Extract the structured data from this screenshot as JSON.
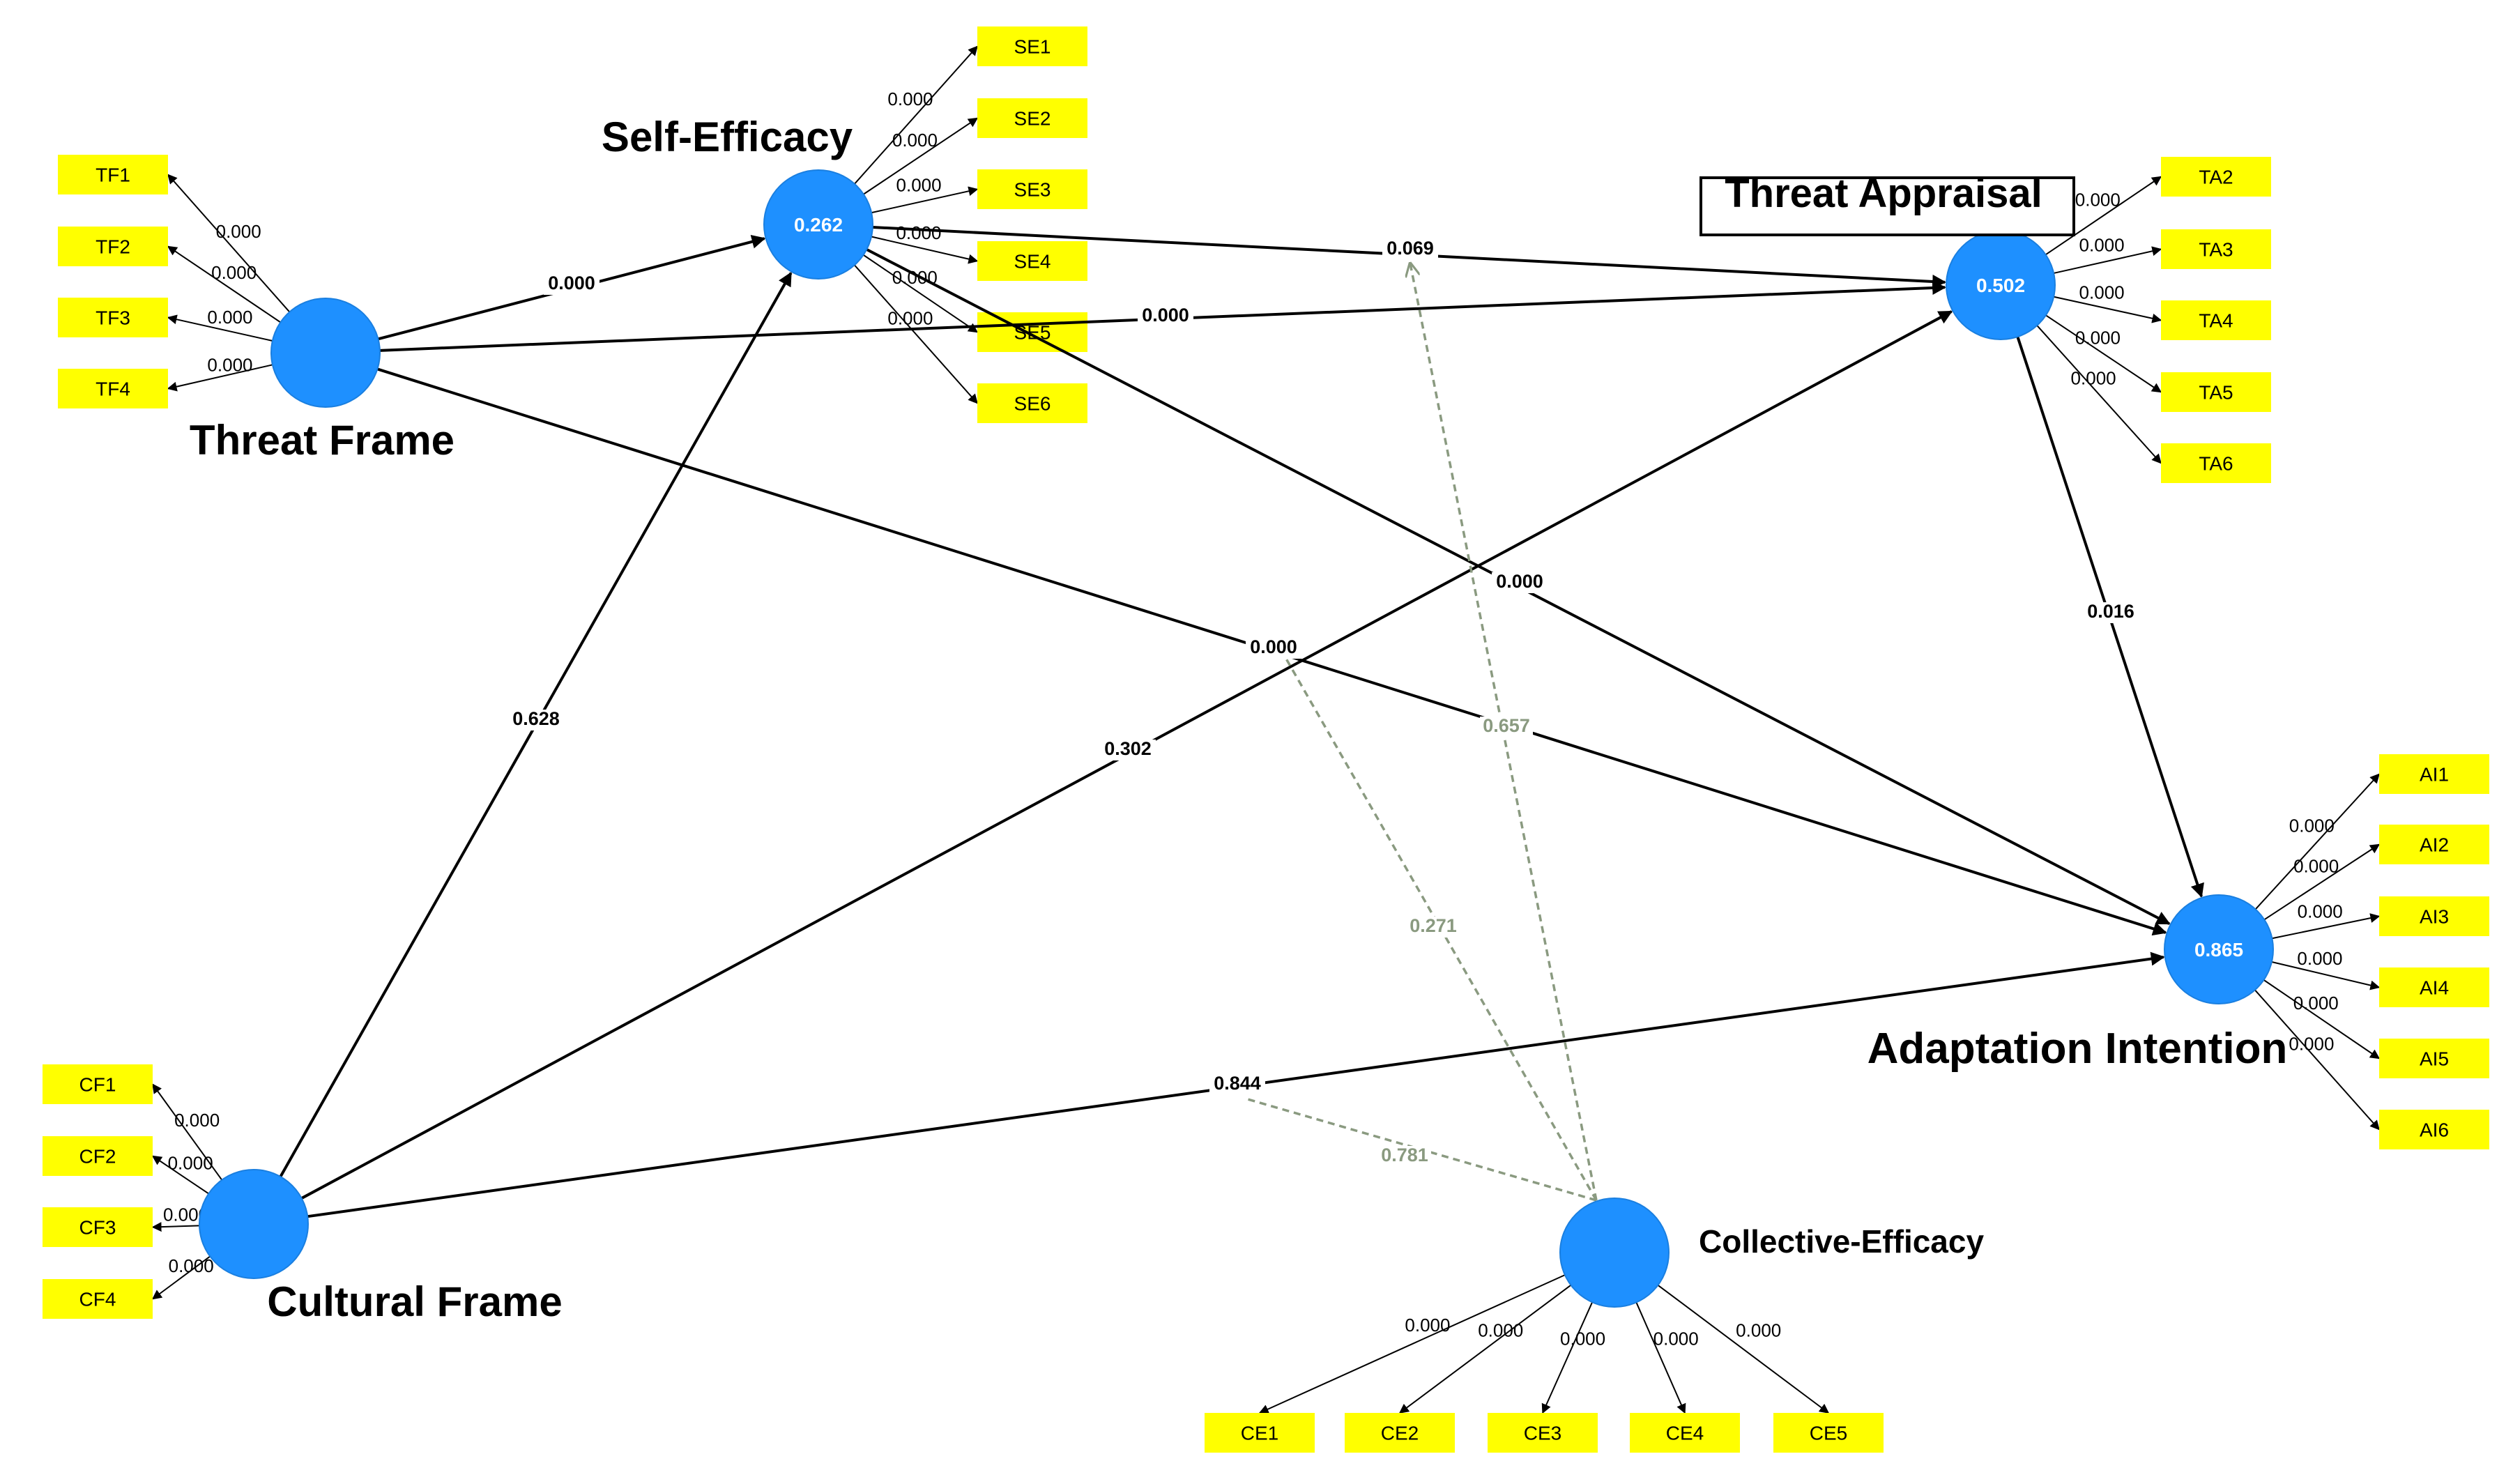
{
  "colors": {
    "latent": "#1e90ff",
    "indicator": "#ffff00",
    "path": "#000000",
    "moderator": "#8a9a80"
  },
  "latents": {
    "TF": {
      "name": "Threat Frame",
      "r2": ""
    },
    "SE": {
      "name": "Self-Efficacy",
      "r2": "0.262"
    },
    "TA": {
      "name": "Threat Appraisal",
      "r2": "0.502"
    },
    "AI": {
      "name": "Adaptation Intention",
      "r2": "0.865"
    },
    "CF": {
      "name": "Cultural Frame",
      "r2": ""
    },
    "CE": {
      "name": "Collective-Efficacy",
      "r2": ""
    }
  },
  "indicators": {
    "TF": [
      {
        "label": "TF1",
        "loading": "0.000"
      },
      {
        "label": "TF2",
        "loading": "0.000"
      },
      {
        "label": "TF3",
        "loading": "0.000"
      },
      {
        "label": "TF4",
        "loading": "0.000"
      }
    ],
    "SE": [
      {
        "label": "SE1",
        "loading": "0.000"
      },
      {
        "label": "SE2",
        "loading": "0.000"
      },
      {
        "label": "SE3",
        "loading": "0.000"
      },
      {
        "label": "SE4",
        "loading": "0.000"
      },
      {
        "label": "SE5",
        "loading": "0.000"
      },
      {
        "label": "SE6",
        "loading": "0.000"
      }
    ],
    "TA": [
      {
        "label": "TA2",
        "loading": "0.000"
      },
      {
        "label": "TA3",
        "loading": "0.000"
      },
      {
        "label": "TA4",
        "loading": "0.000"
      },
      {
        "label": "TA5",
        "loading": "0.000"
      },
      {
        "label": "TA6",
        "loading": "0.000"
      }
    ],
    "AI": [
      {
        "label": "AI1",
        "loading": "0.000"
      },
      {
        "label": "AI2",
        "loading": "0.000"
      },
      {
        "label": "AI3",
        "loading": "0.000"
      },
      {
        "label": "AI4",
        "loading": "0.000"
      },
      {
        "label": "AI5",
        "loading": "0.000"
      },
      {
        "label": "AI6",
        "loading": "0.000"
      }
    ],
    "CF": [
      {
        "label": "CF1",
        "loading": "0.000"
      },
      {
        "label": "CF2",
        "loading": "0.000"
      },
      {
        "label": "CF3",
        "loading": "0.000"
      },
      {
        "label": "CF4",
        "loading": "0.000"
      }
    ],
    "CE": [
      {
        "label": "CE1",
        "loading": "0.000"
      },
      {
        "label": "CE2",
        "loading": "0.000"
      },
      {
        "label": "CE3",
        "loading": "0.000"
      },
      {
        "label": "CE4",
        "loading": "0.000"
      },
      {
        "label": "CE5",
        "loading": "0.000"
      }
    ]
  },
  "paths": [
    {
      "from": "TF",
      "to": "SE",
      "value": "0.000"
    },
    {
      "from": "TF",
      "to": "TA",
      "value": "0.000"
    },
    {
      "from": "TF",
      "to": "AI",
      "value": "0.000"
    },
    {
      "from": "SE",
      "to": "TA",
      "value": "0.069"
    },
    {
      "from": "SE",
      "to": "AI",
      "value": "0.000"
    },
    {
      "from": "TA",
      "to": "AI",
      "value": "0.016"
    },
    {
      "from": "CF",
      "to": "SE",
      "value": "0.628"
    },
    {
      "from": "CF",
      "to": "TA",
      "value": "0.302"
    },
    {
      "from": "CF",
      "to": "AI",
      "value": "0.844"
    }
  ],
  "moderations": [
    {
      "from": "CE",
      "target_path": "SE-TA",
      "value": "0.657"
    },
    {
      "from": "CE",
      "target_path": "TF-AI",
      "value": "0.271"
    },
    {
      "from": "CE",
      "target_path": "CF-AI",
      "value": "0.781"
    }
  ]
}
